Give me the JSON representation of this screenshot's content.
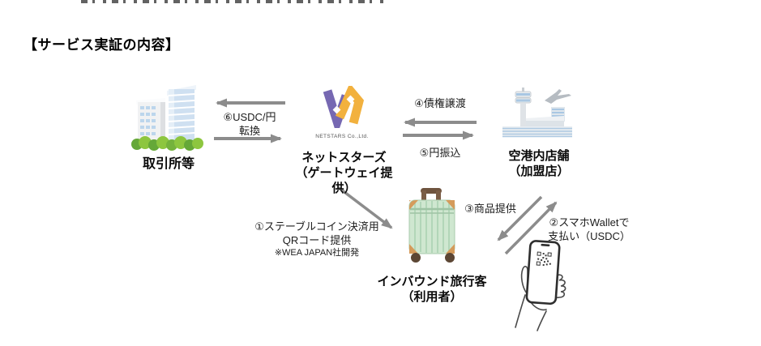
{
  "page": {
    "heading": "【サービス実証の内容】"
  },
  "diagram": {
    "nodes": {
      "exchange": {
        "label": "取引所等",
        "icon": "office-buildings"
      },
      "netstars": {
        "label_line1": "ネットスターズ",
        "label_line2": "（ゲートウェイ提供）",
        "logo_caption": "NETSTARS Co.,Ltd.",
        "icon": "netstars-logo"
      },
      "airport_store": {
        "label_line1": "空港内店舗",
        "label_line2": "（加盟店）",
        "icon": "airport-terminal"
      },
      "traveler": {
        "label_line1": "インバウンド旅行客",
        "label_line2": "（利用者）",
        "icon": "suitcase"
      },
      "smartphone": {
        "icon": "hand-holding-phone-qr"
      }
    },
    "flows": {
      "flow1": {
        "line1": "①ステーブルコイン決済用",
        "line2": "QRコード提供",
        "line3": "※WEA JAPAN社開発",
        "from": "netstars",
        "to": "traveler"
      },
      "flow2": {
        "line1": "②スマホWalletで",
        "line2": "支払い（USDC）",
        "from": "traveler",
        "to": "airport_store"
      },
      "flow3": {
        "label": "③商品提供",
        "from": "airport_store",
        "to": "traveler"
      },
      "flow4": {
        "label": "④債権譲渡",
        "from": "airport_store",
        "to": "netstars"
      },
      "flow5": {
        "label": "⑤円振込",
        "from": "netstars",
        "to": "airport_store"
      },
      "flow6": {
        "line1": "⑥USDC/円",
        "line2": "転換",
        "between": [
          "netstars",
          "exchange"
        ]
      }
    },
    "colors": {
      "arrow": "#8c8c8c",
      "netstars_purple": "#7668b2",
      "netstars_yellow": "#f2b13e",
      "suitcase_mint": "#cfe7d0",
      "suitcase_brown": "#6f543f",
      "suitcase_tan": "#d59b5b",
      "building_window_blue": "#bcd6ec",
      "tree_green_light": "#8dc63f",
      "tree_green_dark": "#65a838",
      "airport_blue": "#a9c7e3",
      "airport_gray": "#d9dde1"
    }
  }
}
